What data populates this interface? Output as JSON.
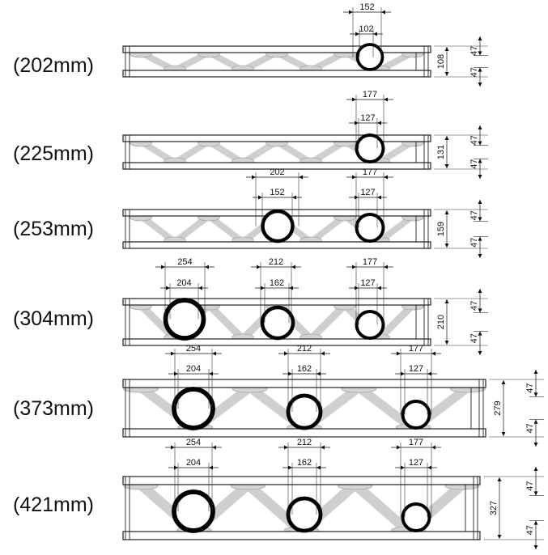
{
  "trusses": [
    {
      "label": "(202mm)",
      "pipes": [
        {
          "outer": "152",
          "inner": "102"
        }
      ],
      "height": "108",
      "chord_top": "47",
      "chord_bottom": "47"
    },
    {
      "label": "(225mm)",
      "pipes": [
        {
          "outer": "177",
          "inner": "127"
        }
      ],
      "height": "131",
      "chord_top": "47",
      "chord_bottom": "47"
    },
    {
      "label": "(253mm)",
      "pipes": [
        {
          "outer": "202",
          "inner": "152"
        },
        {
          "outer": "177",
          "inner": "127"
        }
      ],
      "height": "159",
      "chord_top": "47",
      "chord_bottom": "47"
    },
    {
      "label": "(304mm)",
      "pipes": [
        {
          "outer": "254",
          "inner": "204"
        },
        {
          "outer": "212",
          "inner": "162"
        },
        {
          "outer": "177",
          "inner": "127"
        }
      ],
      "height": "210",
      "chord_top": "47",
      "chord_bottom": "47"
    },
    {
      "label": "(373mm)",
      "pipes": [
        {
          "outer": "254",
          "inner": "204"
        },
        {
          "outer": "212",
          "inner": "162"
        },
        {
          "outer": "177",
          "inner": "127"
        }
      ],
      "height": "279",
      "chord_top": "47",
      "chord_bottom": "47"
    },
    {
      "label": "(421mm)",
      "pipes": [
        {
          "outer": "254",
          "inner": "204"
        },
        {
          "outer": "212",
          "inner": "162"
        },
        {
          "outer": "177",
          "inner": "127"
        }
      ],
      "height": "327",
      "chord_top": "47",
      "chord_bottom": "47"
    }
  ]
}
